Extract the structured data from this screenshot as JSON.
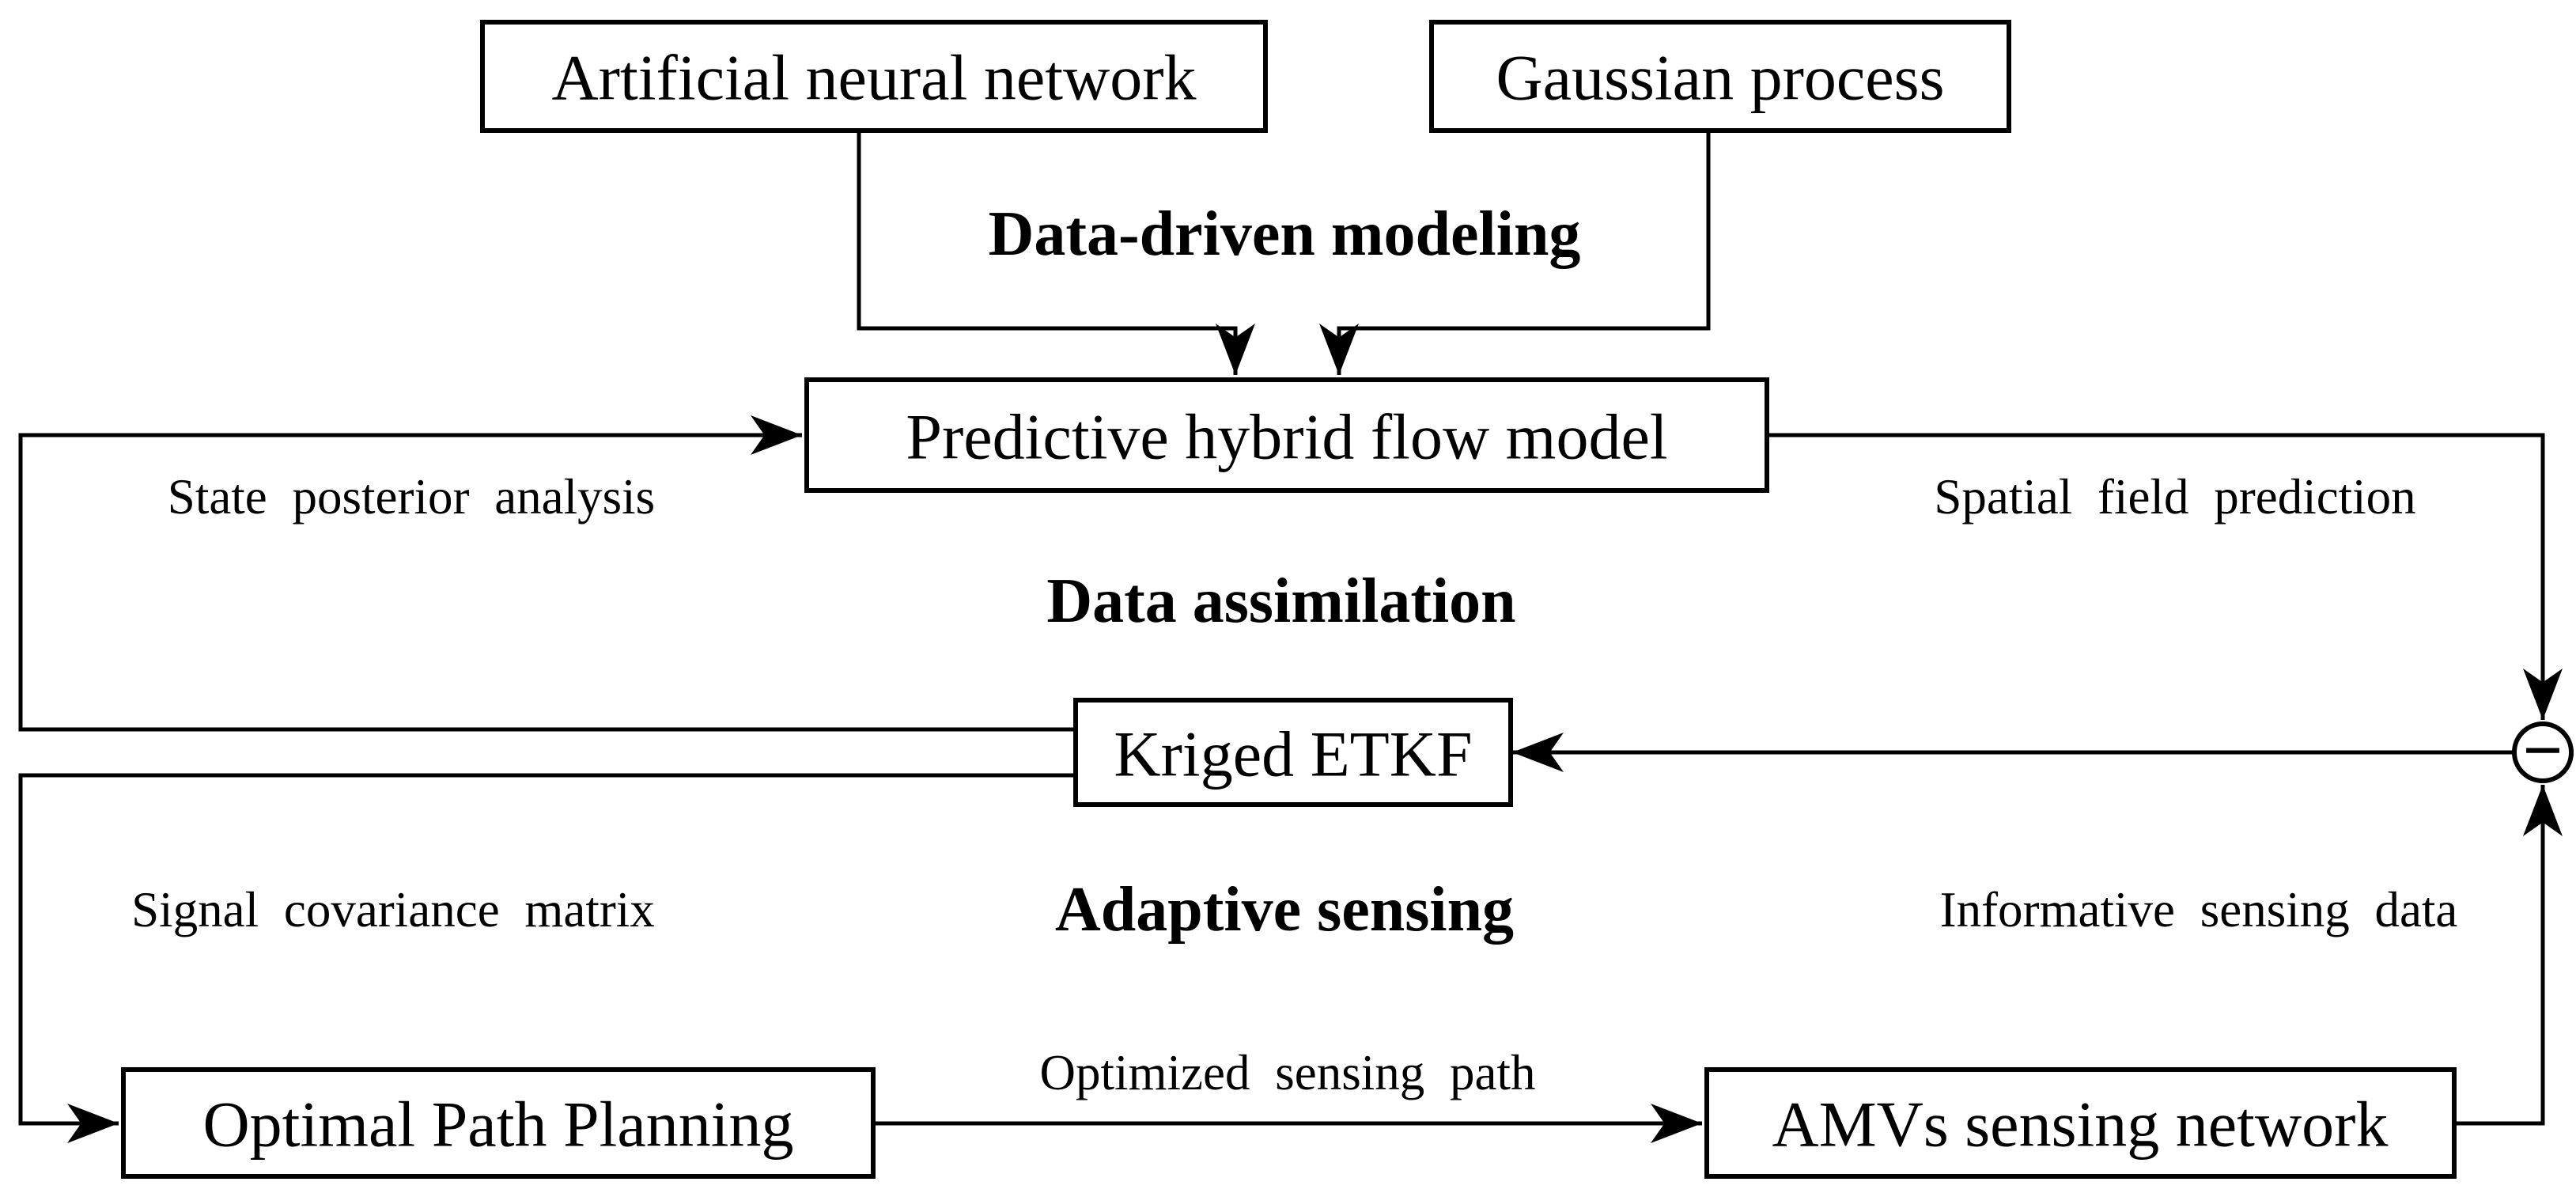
{
  "diagram": {
    "nodes": {
      "ann": {
        "label": "Artificial neural network"
      },
      "gp": {
        "label": "Gaussian process"
      },
      "phfm": {
        "label": "Predictive hybrid flow model"
      },
      "etkf": {
        "label": "Kriged ETKF"
      },
      "opp": {
        "label": "Optimal Path Planning"
      },
      "amvs": {
        "label": "AMVs sensing network"
      }
    },
    "section_labels": {
      "data_driven_modeling": "Data-driven modeling",
      "data_assimilation": "Data assimilation",
      "adaptive_sensing": "Adaptive sensing"
    },
    "edge_labels": {
      "state_posterior_analysis": "State posterior analysis",
      "spatial_field_prediction": "Spatial field prediction",
      "signal_covariance_matrix": "Signal covariance matrix",
      "informative_sensing_data": "Informative sensing data",
      "optimized_sensing_path": "Optimized sensing path"
    },
    "junction": {
      "symbol": "−"
    },
    "colors": {
      "line": "#000000",
      "background": "#ffffff",
      "box_fill": "#ffffff"
    }
  }
}
